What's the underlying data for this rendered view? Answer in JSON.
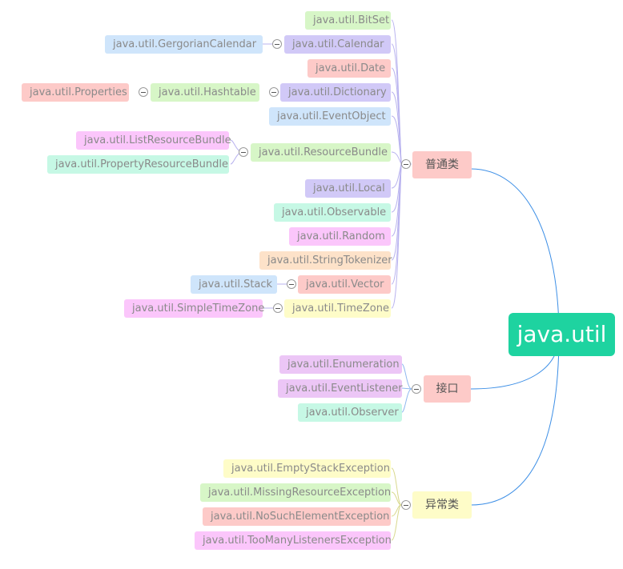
{
  "root": {
    "label": "java.util"
  },
  "categories": {
    "classes": {
      "label": "普通类",
      "bitset": "java.util.BitSet",
      "calendar": "java.util.Calendar",
      "gregorian_calendar": "java.util.GergorianCalendar",
      "date": "java.util.Date",
      "dictionary": "java.util.Dictionary",
      "hashtable": "java.util.Hashtable",
      "properties": "java.util.Properties",
      "event_object": "java.util.EventObject",
      "resource_bundle": "java.util.ResourceBundle",
      "list_resource_bundle": "java.util.ListResourceBundle",
      "property_resource_bundle": "java.util.PropertyResourceBundle",
      "local": "java.util.Local",
      "observable": "java.util.Observable",
      "random": "java.util.Random",
      "string_tokenizer": "java.util.StringTokenizer",
      "vector": "java.util.Vector",
      "stack": "java.util.Stack",
      "timezone": "java.util.TimeZone",
      "simple_timezone": "java.util.SimpleTimeZone"
    },
    "interfaces": {
      "label": "接口",
      "enumeration": "java.util.Enumeration",
      "event_listener": "java.util.EventListener",
      "observer": "java.util.Observer"
    },
    "exceptions": {
      "label": "异常类",
      "empty_stack": "java.util.EmptyStackException",
      "missing_resource": "java.util.MissingResourceException",
      "no_such_element": "java.util.NoSuchElementException",
      "too_many_listeners": "java.util.TooManyListenersException"
    }
  },
  "colors": {
    "root": "#1ed3a0",
    "link_main": "#3d8fe6",
    "link_branch": "#b9b3ef",
    "link_interface": "#8fb8ef",
    "link_exception": "#d9d98f"
  }
}
